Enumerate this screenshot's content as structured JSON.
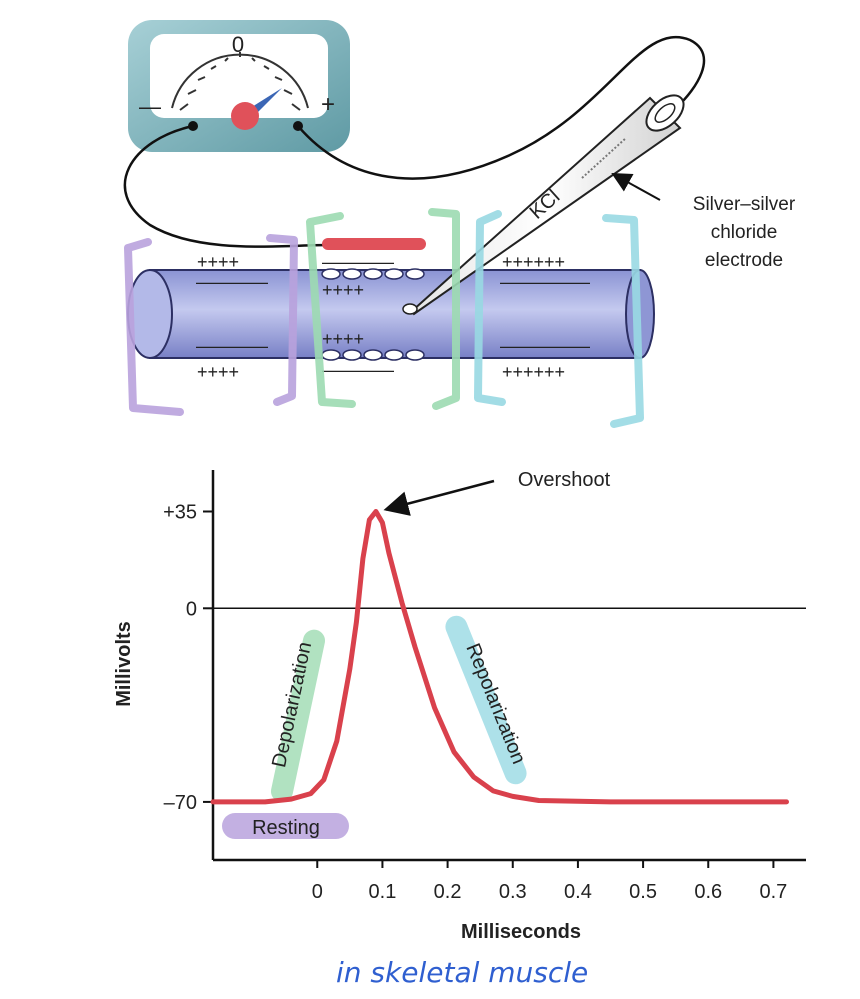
{
  "meter": {
    "zero_label": "0",
    "minus_label": "—",
    "plus_label": "+"
  },
  "electrode": {
    "solution_label": "KCl",
    "callout": [
      "Silver–silver",
      "chloride",
      "electrode"
    ]
  },
  "axon": {
    "outer_top_left": "++++",
    "outer_top_mid": "————",
    "outer_top_right": "++++++",
    "inner_top_left": "————",
    "inner_top_mid": "++++",
    "inner_top_right": "—————",
    "inner_bottom_left": "————",
    "inner_bottom_mid": "++++",
    "inner_bottom_right": "—————",
    "outer_bottom_left": "++++",
    "outer_bottom_mid": "————",
    "outer_bottom_right": "++++++"
  },
  "annotations": {
    "bracket_colors": {
      "resting": "#b9a2dd",
      "depolarization": "#9ddbb2",
      "repolarization": "#99d9e3"
    },
    "handwritten_note": "in skeletal muscle"
  },
  "chart_data": {
    "type": "line",
    "xlabel": "Milliseconds",
    "ylabel": "Millivolts",
    "x_ticks": [
      "0",
      "0.1",
      "0.2",
      "0.3",
      "0.4",
      "0.5",
      "0.6",
      "0.7"
    ],
    "y_ticks": [
      "+35",
      "0",
      "–70"
    ],
    "xlim": [
      -0.16,
      0.75
    ],
    "ylim": [
      -91,
      50
    ],
    "series": [
      {
        "color": "#d9414c",
        "points": [
          [
            -0.16,
            -70
          ],
          [
            -0.08,
            -70
          ],
          [
            -0.04,
            -69
          ],
          [
            -0.01,
            -67
          ],
          [
            0.01,
            -62
          ],
          [
            0.03,
            -48
          ],
          [
            0.05,
            -22
          ],
          [
            0.06,
            -5
          ],
          [
            0.07,
            18
          ],
          [
            0.08,
            32
          ],
          [
            0.09,
            35
          ],
          [
            0.1,
            31
          ],
          [
            0.11,
            20
          ],
          [
            0.13,
            2
          ],
          [
            0.15,
            -14
          ],
          [
            0.18,
            -36
          ],
          [
            0.21,
            -52
          ],
          [
            0.24,
            -61
          ],
          [
            0.27,
            -66
          ],
          [
            0.3,
            -68
          ],
          [
            0.34,
            -69.5
          ],
          [
            0.45,
            -70
          ],
          [
            0.6,
            -70
          ],
          [
            0.72,
            -70
          ]
        ]
      }
    ],
    "annotations": [
      {
        "text": "Overshoot",
        "arrow_to": [
          0.09,
          35
        ]
      },
      {
        "text": "Depolarization",
        "highlight": "#9ddbb2"
      },
      {
        "text": "Repolarization",
        "highlight": "#99d9e3"
      },
      {
        "text": "Resting",
        "highlight": "#b9a2dd"
      }
    ]
  }
}
